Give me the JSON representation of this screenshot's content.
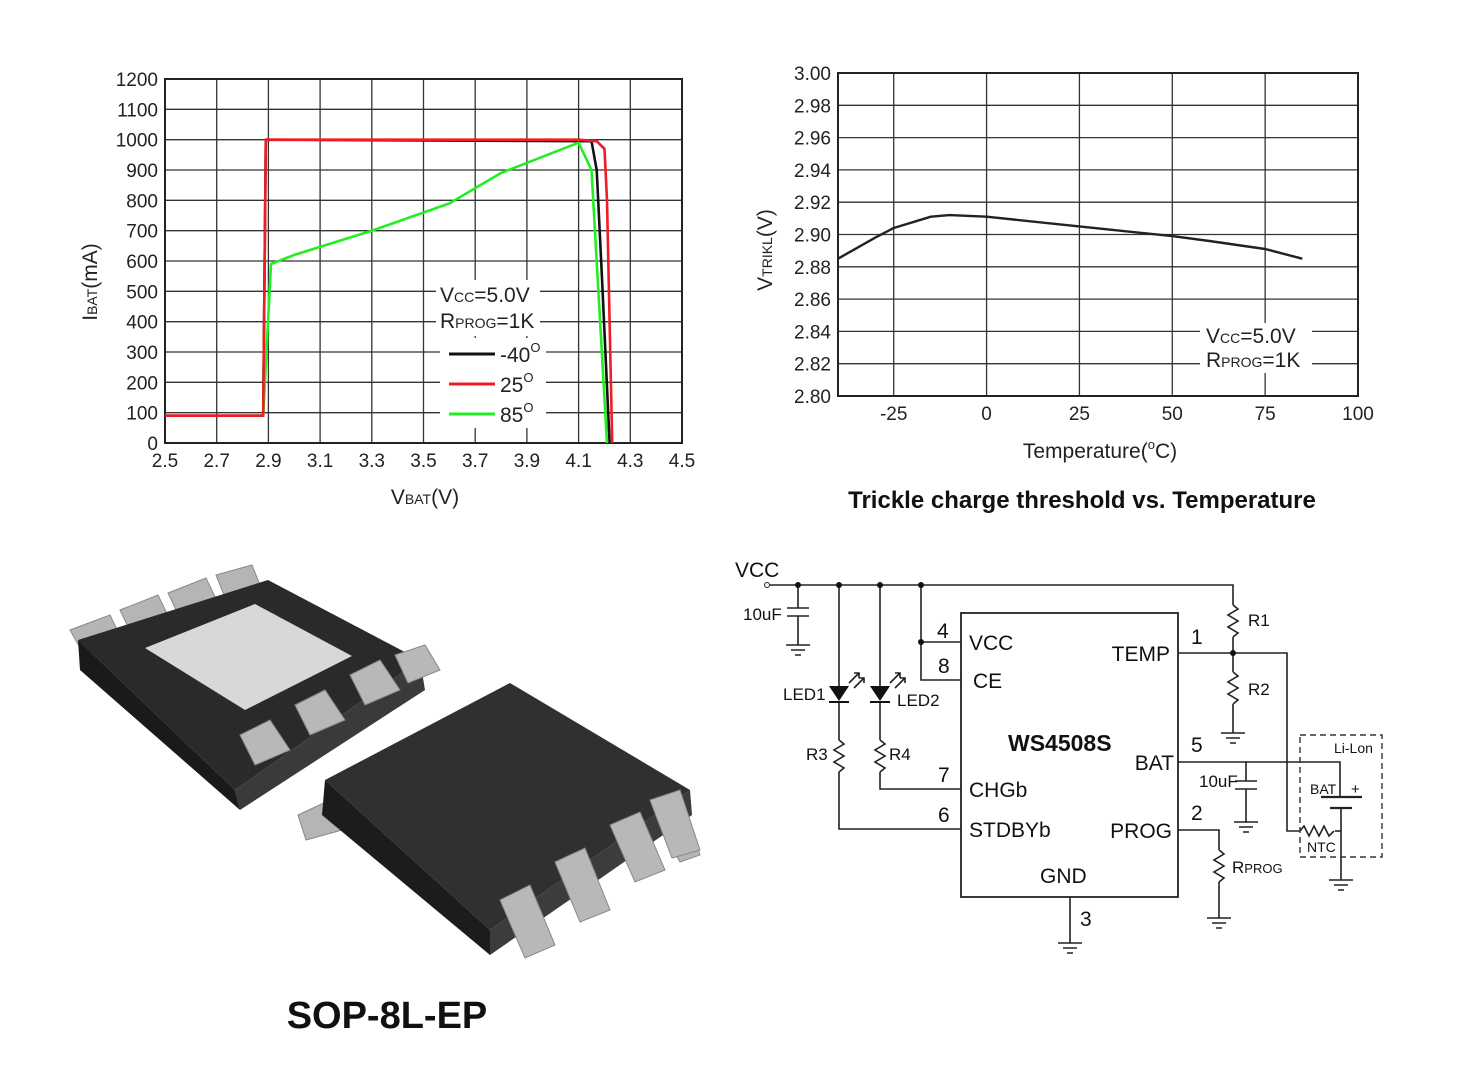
{
  "chart_data": [
    {
      "type": "line",
      "title": "",
      "xlabel": {
        "main": "V",
        "sub": "BAT",
        "unit": "(V)"
      },
      "ylabel": {
        "main": "I",
        "sub": "BAT",
        "unit": "(mA)"
      },
      "xlim": [
        2.5,
        4.5
      ],
      "ylim": [
        0,
        1200
      ],
      "xticks": [
        "2.5",
        "2.7",
        "2.9",
        "3.1",
        "3.3",
        "3.5",
        "3.7",
        "3.9",
        "4.1",
        "4.3",
        "4.5"
      ],
      "yticks": [
        "0",
        "100",
        "200",
        "300",
        "400",
        "500",
        "600",
        "700",
        "800",
        "900",
        "1000",
        "1100",
        "1200"
      ],
      "grid": true,
      "legend_position": "bottom-right",
      "conditions": [
        {
          "main": "V",
          "sub": "CC",
          "rest": "=5.0V"
        },
        {
          "main": "R",
          "sub": "PROG",
          "rest": "=1K"
        }
      ],
      "series": [
        {
          "name": "-40",
          "deg": "O",
          "color": "#111111",
          "x": [
            2.5,
            2.88,
            2.89,
            4.15,
            4.17,
            4.19,
            4.22
          ],
          "y": [
            90,
            90,
            1000,
            995,
            900,
            550,
            0
          ]
        },
        {
          "name": "25",
          "deg": "O",
          "color": "#ee1c24",
          "x": [
            2.5,
            2.88,
            2.89,
            4.1,
            4.17,
            4.2,
            4.21,
            4.23
          ],
          "y": [
            90,
            90,
            1000,
            1000,
            995,
            970,
            800,
            0
          ]
        },
        {
          "name": "85",
          "deg": "O",
          "color": "#22ee22",
          "x": [
            2.8,
            2.88,
            2.91,
            3.0,
            3.3,
            3.6,
            3.8,
            4.1,
            4.15,
            4.21
          ],
          "y": [
            90,
            90,
            590,
            620,
            700,
            790,
            890,
            990,
            900,
            0
          ]
        }
      ]
    },
    {
      "type": "line",
      "title": "Trickle charge threshold vs. Temperature",
      "xlabel": {
        "text": "Temperature(",
        "deg": "o",
        "unit": "C)"
      },
      "ylabel": {
        "main": "V",
        "sub": "TRIKL",
        "unit": "(V)"
      },
      "xlim": [
        -40,
        100
      ],
      "ylim": [
        2.8,
        3.0
      ],
      "xticks": [
        "-25",
        "0",
        "25",
        "50",
        "75",
        "100"
      ],
      "yticks": [
        "2.80",
        "2.82",
        "2.84",
        "2.86",
        "2.88",
        "2.90",
        "2.92",
        "2.94",
        "2.96",
        "2.98",
        "3.00"
      ],
      "grid": true,
      "legend_position": "bottom-right",
      "conditions": [
        {
          "main": "V",
          "sub": "CC",
          "rest": "=5.0V"
        },
        {
          "main": "R",
          "sub": "PROG",
          "rest": "=1K"
        }
      ],
      "series": [
        {
          "name": "VTRIKL",
          "color": "#222222",
          "x": [
            -40,
            -30,
            -25,
            -15,
            -10,
            0,
            25,
            50,
            60,
            75,
            85
          ],
          "y": [
            2.885,
            2.898,
            2.904,
            2.911,
            2.912,
            2.911,
            2.905,
            2.899,
            2.896,
            2.891,
            2.885
          ]
        }
      ]
    }
  ],
  "package": {
    "label": "SOP-8L-EP"
  },
  "schematic": {
    "chip": "WS4508S",
    "vcc_label": "VCC",
    "pins": {
      "vcc": {
        "num": "4",
        "name": "VCC"
      },
      "ce": {
        "num": "8",
        "name": "CE"
      },
      "chgb": {
        "num": "7",
        "name": "CHGb"
      },
      "stdbyb": {
        "num": "6",
        "name": "STDBYb"
      },
      "temp": {
        "num": "1",
        "name": "TEMP"
      },
      "bat": {
        "num": "5",
        "name": "BAT"
      },
      "prog": {
        "num": "2",
        "name": "PROG"
      },
      "gnd": {
        "num": "3",
        "name": "GND"
      }
    },
    "components": {
      "c_in": "10uF",
      "c_out": "10uF",
      "led1": "LED1",
      "led2": "LED2",
      "r1": "R1",
      "r2": "R2",
      "r3": "R3",
      "r4": "R4",
      "rprog_main": "R",
      "rprog_sub": "PROG",
      "battery_pack": "Li-Lon",
      "battery": "BAT",
      "plus": "+",
      "ntc": "NTC"
    }
  }
}
